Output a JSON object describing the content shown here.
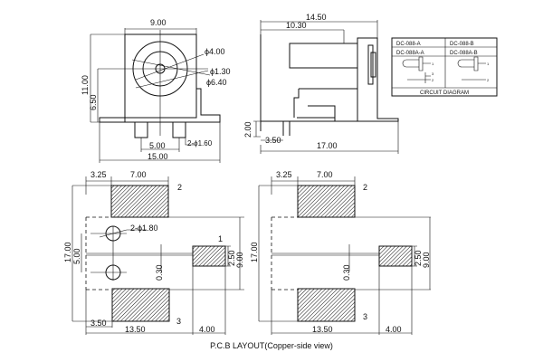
{
  "front_view": {
    "width": "9.00",
    "height": "11.00",
    "center_height": "6.50",
    "dia_inner": "ϕ4.00",
    "dia_pin": "ϕ1.30",
    "dia_outer": "ϕ6.40",
    "pin_pitch": "5.00",
    "overall_width": "15.00",
    "pin_holes": "2-ϕ1.60"
  },
  "side_view": {
    "length": "14.50",
    "body_length": "10.30",
    "base_height": "2.00",
    "pin_offset": "3.50",
    "overall_length": "17.00"
  },
  "circuit_table": {
    "cells": [
      "DC-088-A",
      "DC-088-B",
      "DC-088A-A",
      "DC-088A-B"
    ],
    "pin_labels": [
      "1",
      "3",
      "2",
      "1",
      "2"
    ],
    "caption": "CIRCUIT DIAGRAM"
  },
  "pcb_left": {
    "offset": "3.25",
    "pad_width": "7.00",
    "hole_spec": "2-ϕ1.80",
    "total_height": "17.00",
    "hole_pitch": "5.00",
    "slot_width": "0.30",
    "pad1_height": "2.50",
    "span": "9.00",
    "pin_offset": "3.50",
    "distance": "13.50",
    "pad1_width": "4.00",
    "pin1": "1",
    "pin2": "2",
    "pin3": "3"
  },
  "pcb_right": {
    "offset": "3.25",
    "pad_width": "7.00",
    "total_height": "17.00",
    "slot_width": "0.30",
    "pad1_height": "2.50",
    "span": "9.00",
    "distance": "13.50",
    "pad1_width": "4.00",
    "pin2": "2",
    "pin3": "3"
  },
  "caption": "P.C.B LAYOUT(Copper-side view)"
}
